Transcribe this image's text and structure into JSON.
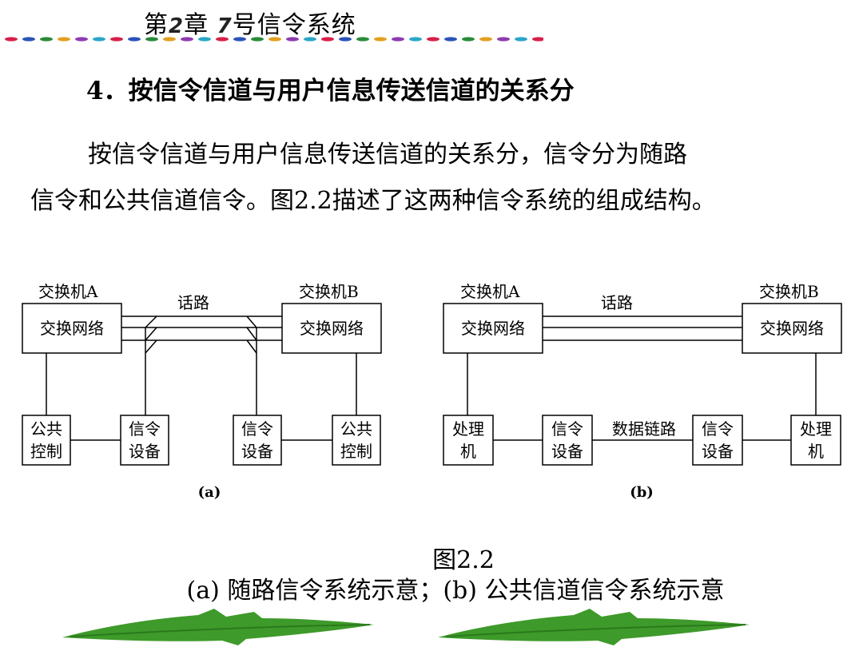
{
  "header": {
    "chapter_prefix": "第",
    "chapter_number": "2",
    "chapter_word": "章",
    "system_number": "7",
    "system_title": "号信令系统",
    "dash_colors": [
      "#d6204a",
      "#2a53b8",
      "#2a8a3a",
      "#e2a020",
      "#8e3bb0",
      "#2aa6c8"
    ]
  },
  "section_heading": "4．按信令信道与用户信息传送信道的关系分",
  "paragraph": {
    "line1": "按信令信道与用户信息传送信道的关系分，信令分为随路",
    "line2": "信令和公共信道信令。图2.2描述了这两种信令系统的组成结构。"
  },
  "diagram_a": {
    "exchange_a_label": "交换机A",
    "exchange_b_label": "交换机B",
    "speech_path_label": "话路",
    "network_a_label": "交换网络",
    "network_b_label": "交换网络",
    "common_control_left": [
      "公共",
      "控制"
    ],
    "signal_device_left": [
      "信令",
      "设备"
    ],
    "signal_device_right": [
      "信令",
      "设备"
    ],
    "common_control_right": [
      "公共",
      "控制"
    ],
    "caption": "(a)"
  },
  "diagram_b": {
    "exchange_a_label": "交换机A",
    "exchange_b_label": "交换机B",
    "speech_path_label": "话路",
    "network_a_label": "交换网络",
    "network_b_label": "交换网络",
    "processor_left": [
      "处理",
      "机"
    ],
    "signal_device_left": [
      "信令",
      "设备"
    ],
    "data_link_label": "数据链路",
    "signal_device_right": [
      "信令",
      "设备"
    ],
    "processor_right": [
      "处理",
      "机"
    ],
    "caption": "(b)"
  },
  "figure": {
    "title": "图2.2",
    "description": "(a) 随路信令系统示意；(b) 公共信道信令系统示意"
  },
  "decor": {
    "leaf_color": "#3e9a2a",
    "leaf_dark": "#2a7a1c"
  }
}
